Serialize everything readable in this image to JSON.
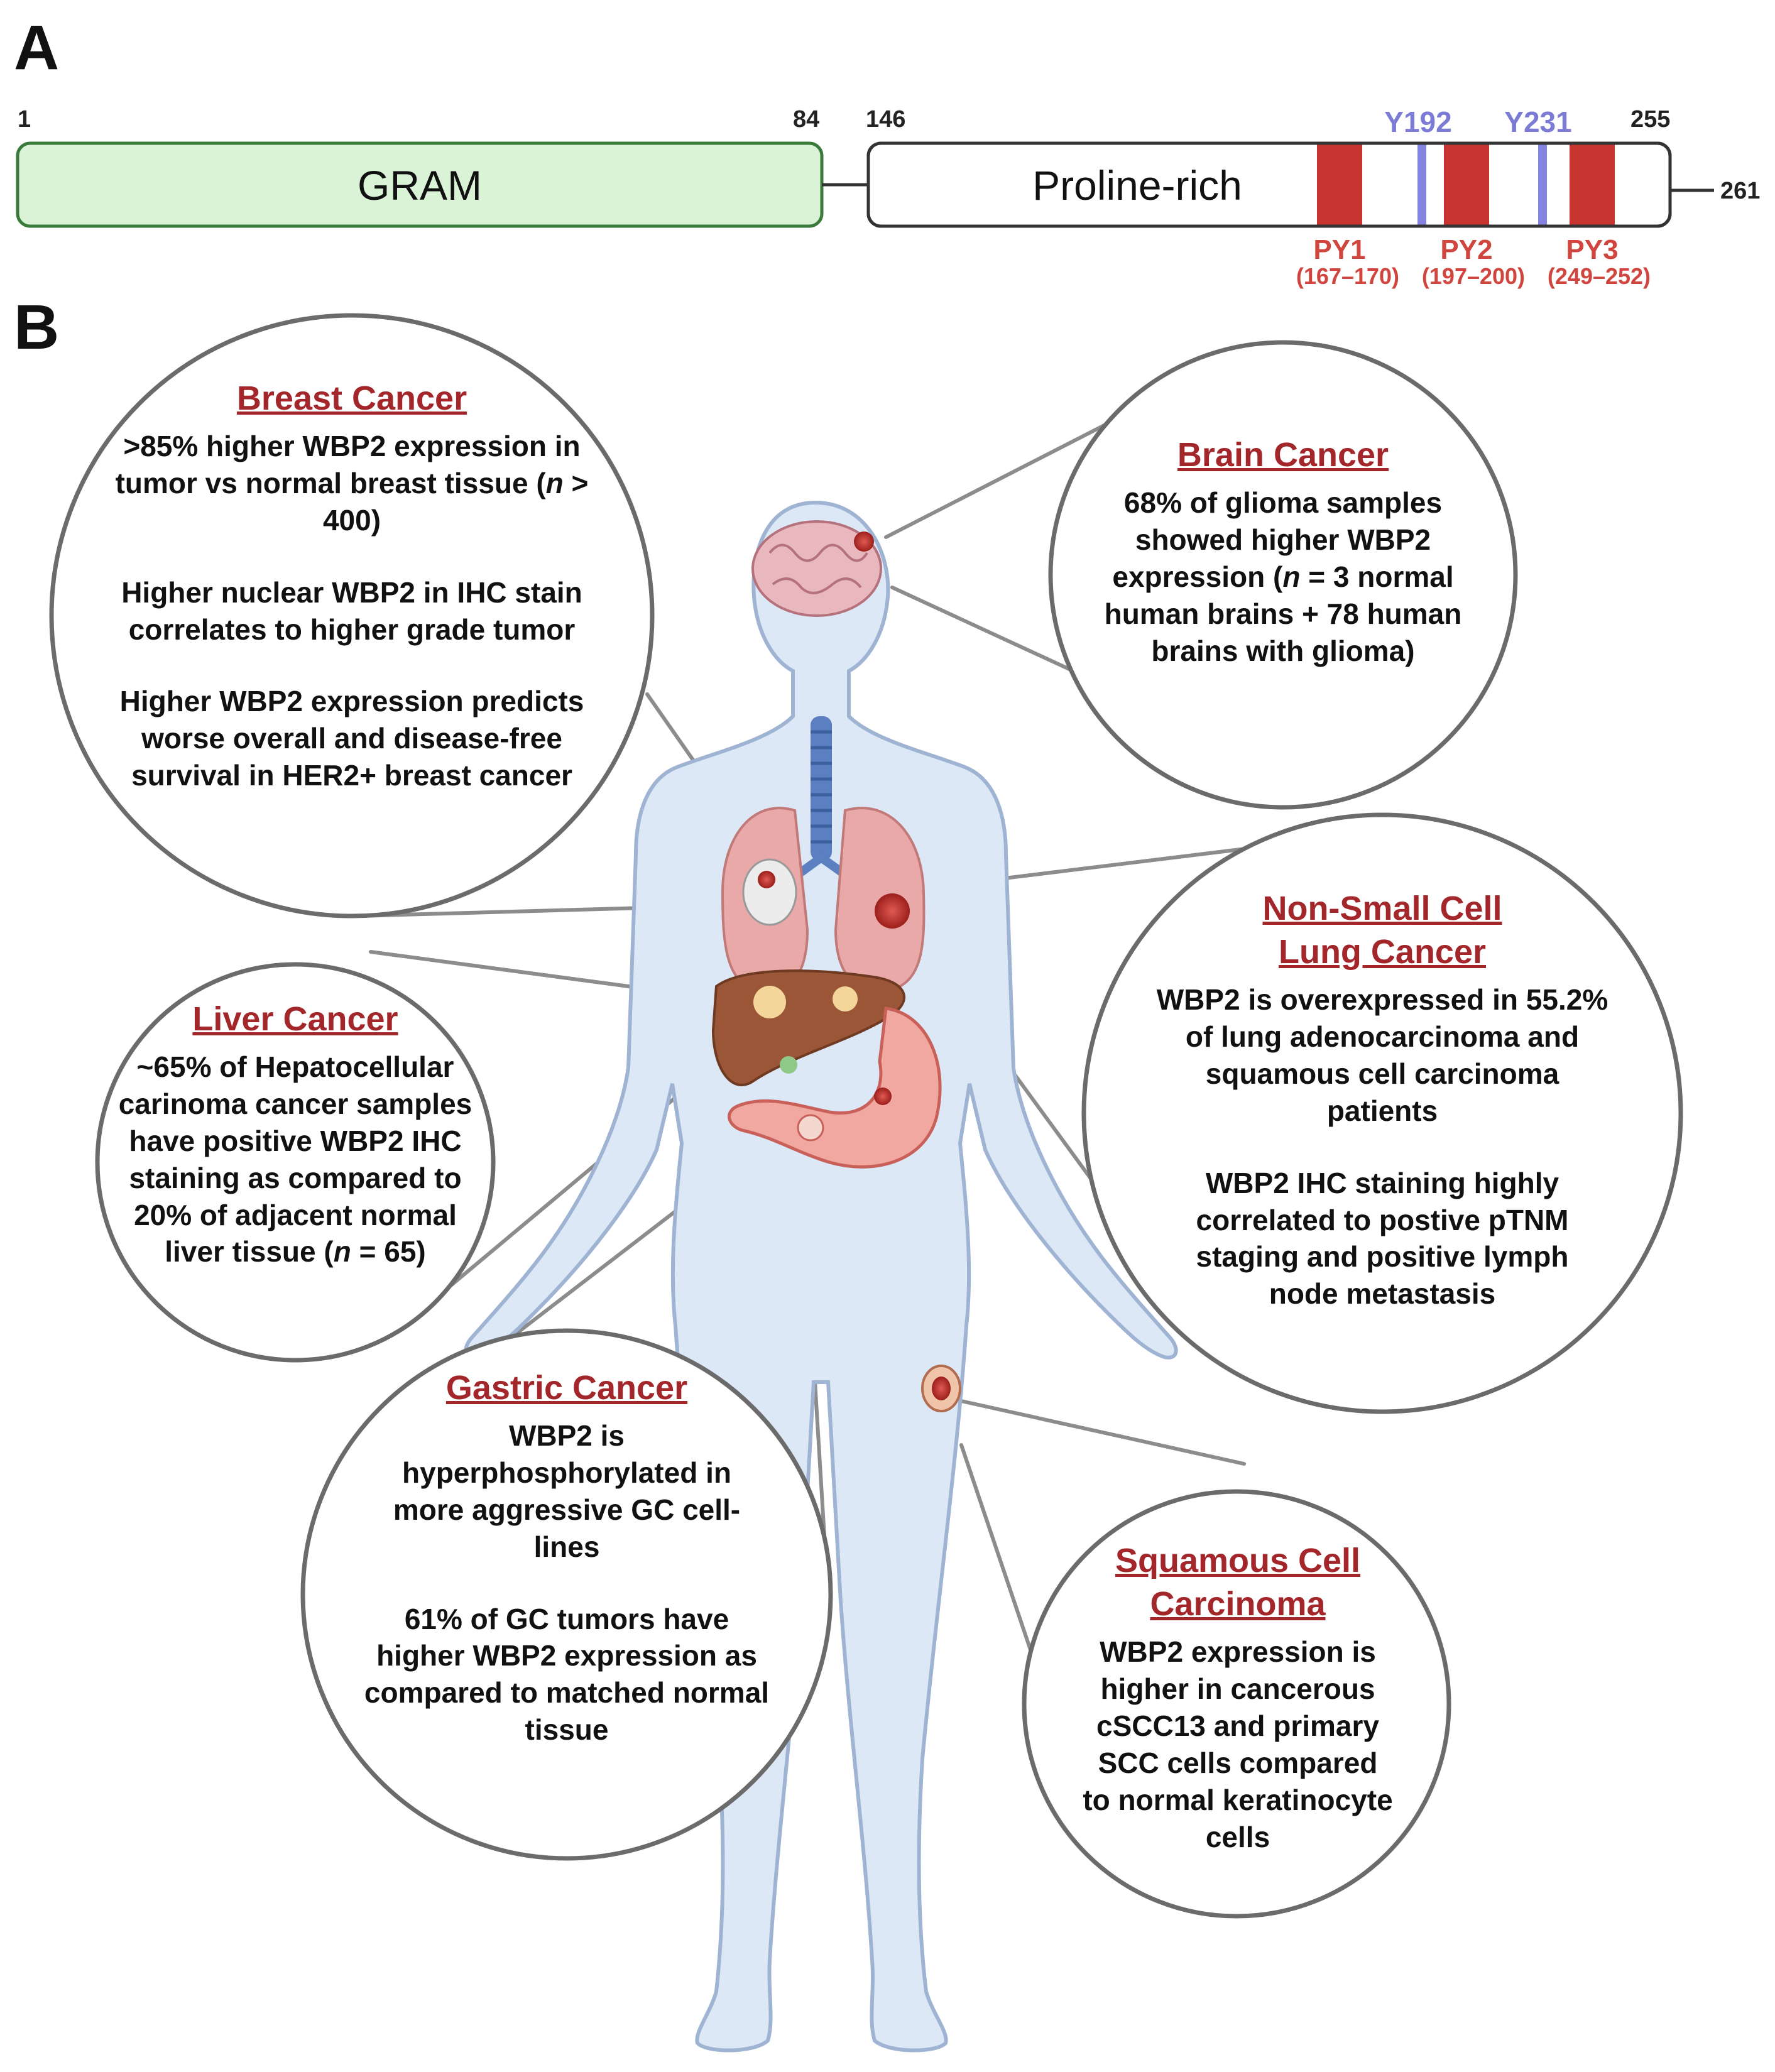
{
  "panel_a": {
    "letter": "A",
    "domains": [
      {
        "name": "GRAM",
        "start": "1",
        "end": "84"
      },
      {
        "name": "Proline-rich",
        "start": "146",
        "end": "255"
      }
    ],
    "total_length": "261",
    "tyrosines": [
      "Y192",
      "Y231"
    ],
    "py_motifs": [
      {
        "name": "PY1",
        "range": "(167–170)"
      },
      {
        "name": "PY2",
        "range": "(197–200)"
      },
      {
        "name": "PY3",
        "range": "(249–252)"
      }
    ],
    "colors": {
      "gram_fill": "#daf3d6",
      "gram_stroke": "#3a7a3a",
      "py_fill": "#c8342f",
      "tyr_fill": "#8484e0"
    }
  },
  "panel_b": {
    "letter": "B",
    "callouts": {
      "breast": {
        "title": "Breast Cancer",
        "p1a": ">85% higher WBP2 expression in tumor vs normal breast tissue  (",
        "p1n": "n",
        "p1b": " > 400)",
        "p2": "Higher nuclear WBP2 in IHC stain correlates to higher grade tumor",
        "p3": "Higher WBP2 expression predicts worse overall and disease-free survival in HER2+ breast cancer"
      },
      "brain": {
        "title": "Brain Cancer",
        "p1a": "68% of glioma samples showed higher WBP2 expression (",
        "p1n": "n",
        "p1b": " = 3 normal human brains + 78 human brains with glioma)"
      },
      "lung": {
        "title": "Non-Small Cell Lung Cancer",
        "p1": "WBP2 is overexpressed in 55.2% of lung adenocarcinoma and squamous cell carcinoma patients",
        "p2": "WBP2 IHC staining highly correlated to postive pTNM staging and positive lymph node metastasis"
      },
      "liver": {
        "title": "Liver Cancer",
        "p1a": "~65% of Hepatocellular carinoma cancer samples have positive WBP2 IHC staining as compared to 20% of adjacent normal liver tissue (",
        "p1n": "n",
        "p1b": " = 65)"
      },
      "gastric": {
        "title": "Gastric Cancer",
        "p1": "WBP2 is hyperphosphorylated in more aggressive GC cell-lines",
        "p2": "61% of GC tumors have higher WBP2 expression as compared to matched normal tissue"
      },
      "scc": {
        "title": "Squamous Cell Carcinoma",
        "p1": "WBP2 expression is higher in cancerous cSCC13 and primary SCC cells compared to normal keratinocyte cells"
      }
    },
    "colors": {
      "body_fill": "#dde8f7",
      "body_stroke": "#9fb3d3",
      "title_red": "#a3262a",
      "circle_stroke": "#6b6b6b"
    }
  }
}
